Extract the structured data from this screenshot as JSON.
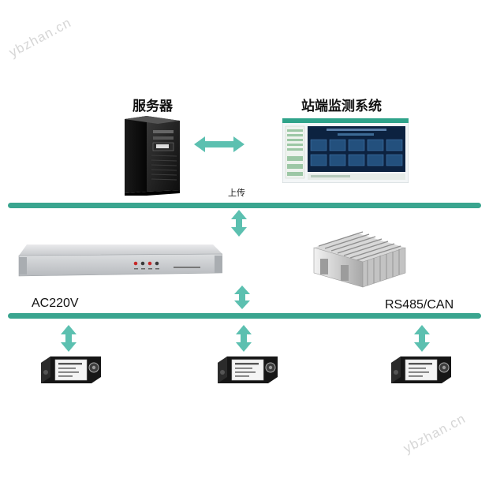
{
  "colors": {
    "bus": "#3aa58f",
    "arrow": "#5cc0b0",
    "monitor_accent": "#2fa38a"
  },
  "nodes": {
    "server": {
      "label": "服务器",
      "icon": "tower-server-icon"
    },
    "station_system": {
      "label": "站端监测系统",
      "icon": "monitoring-screen-icon"
    },
    "upload": {
      "label": "上传"
    },
    "rack_unit": {
      "icon": "rack-host-icon"
    },
    "heatsink_module": {
      "icon": "heatsink-module-icon"
    },
    "power": {
      "label": "AC220V"
    },
    "bus_protocol": {
      "label": "RS485/CAN"
    },
    "sensors": [
      {
        "icon": "sensor-module-icon"
      },
      {
        "icon": "sensor-module-icon"
      },
      {
        "icon": "sensor-module-icon"
      }
    ]
  },
  "watermarks": [
    "ybzhan.cn",
    "ybzhan.cn"
  ]
}
